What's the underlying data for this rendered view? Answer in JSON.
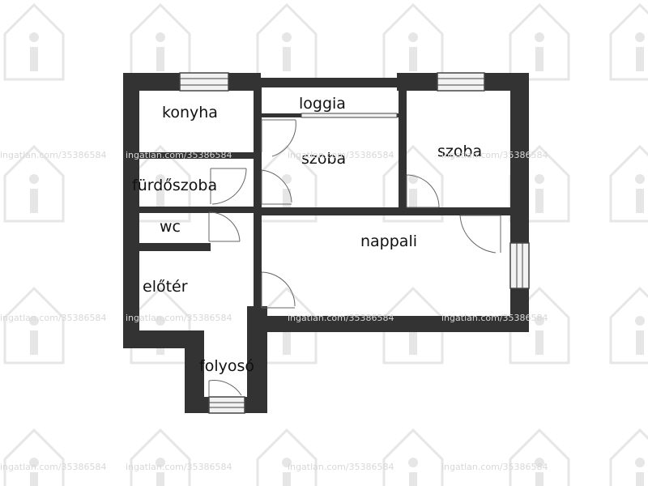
{
  "colors": {
    "wall": "#333333",
    "window_frame": "#444444",
    "window_glass": "#f2f2f2",
    "door": "#666666",
    "watermark": "#e6e6e6",
    "watermark_text": "#d6d6d6"
  },
  "watermark": {
    "text": "ingatlan.com/35386584",
    "icon": "house-info-icon"
  },
  "rooms": {
    "konyha": "konyha",
    "loggia": "loggia",
    "szoba_center": "szoba",
    "szoba_right": "szoba",
    "furdoszoba": "fürdőszoba",
    "wc": "wc",
    "nappali": "nappali",
    "eloter": "előtér",
    "folyoso": "folyosó"
  }
}
